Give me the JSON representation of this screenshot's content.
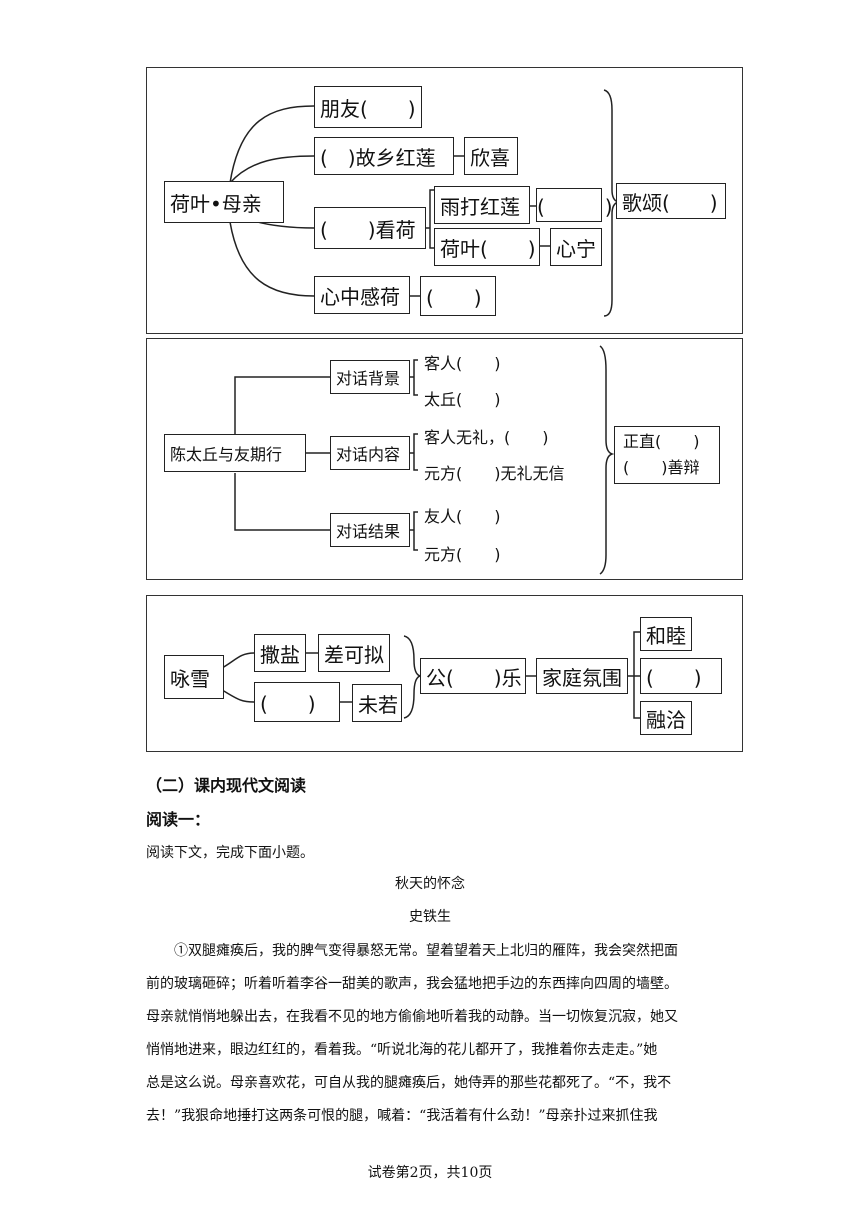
{
  "diagram1": {
    "center": "荷叶•母亲",
    "branch1": "朋友(　　)",
    "branch2": "(　)故乡红莲",
    "branch2_result": "欣喜",
    "branch3": "(　　)看荷",
    "branch3_sub1": "雨打红莲",
    "branch3_sub1_result": "(　　　)",
    "branch3_sub2": "荷叶(　　)",
    "branch3_sub2_result": "心宁",
    "branch4": "心中感荷",
    "branch4_result": "(　　)",
    "summary": "歌颂(　　)"
  },
  "diagram2": {
    "center": "陈太丘与友期行",
    "group1": "对话背景",
    "group1_item1": "客人(　　)",
    "group1_item2": "太丘(　　)",
    "group2": "对话内容",
    "group2_item1": "客人无礼，(　　)",
    "group2_item2": "元方(　　)无礼无信",
    "group3": "对话结果",
    "group3_item1": "友人(　　)",
    "group3_item2": "元方(　　)",
    "summary_line1": "正直(　　)",
    "summary_line2": "(　　)善辩"
  },
  "diagram3": {
    "center": "咏雪",
    "item1": "撒盐",
    "item1_result": "差可拟",
    "item2": "(　　)",
    "item2_result": "未若",
    "middle": "公(　　)乐",
    "atmosphere": "家庭氛围",
    "atm1": "和睦",
    "atm2": "(　　)",
    "atm3": "融洽"
  },
  "section_heading": "（二）课内现代文阅读",
  "reading_heading": "阅读一：",
  "instruction": "阅读下文，完成下面小题。",
  "article_title": "秋天的怀念",
  "article_author": "史铁生",
  "article_lines": [
    "①双腿瘫痪后，我的脾气变得暴怒无常。望着望着天上北归的雁阵，我会突然把面",
    "前的玻璃砸碎；听着听着李谷一甜美的歌声，我会猛地把手边的东西摔向四周的墙壁。",
    "母亲就悄悄地躲出去，在我看不见的地方偷偷地听着我的动静。当一切恢复沉寂，她又",
    "悄悄地进来，眼边红红的，看着我。“听说北海的花儿都开了，我推着你去走走。”她",
    "总是这么说。母亲喜欢花，可自从我的腿瘫痪后，她侍弄的那些花都死了。“不，我不",
    "去！”我狠命地捶打这两条可恨的腿，喊着：“我活着有什么劲！”母亲扑过来抓住我"
  ],
  "footer": "试卷第2页，共10页"
}
